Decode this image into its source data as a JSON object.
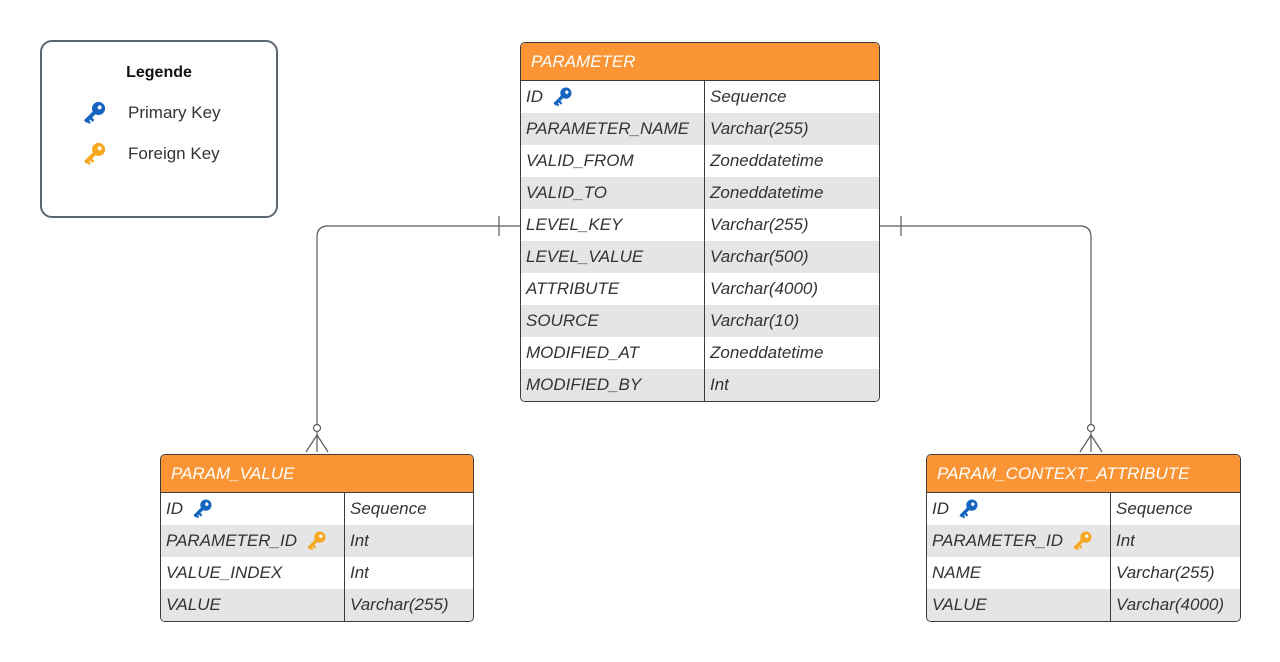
{
  "legend": {
    "title": "Legende",
    "items": [
      {
        "label": "Primary Key",
        "icon": "primary-key-icon",
        "color": "#1565c0"
      },
      {
        "label": "Foreign Key",
        "icon": "foreign-key-icon",
        "color": "#f7a823"
      }
    ]
  },
  "colors": {
    "header": "#fb9434",
    "primary_key": "#1565c0",
    "foreign_key": "#f7a823",
    "alt_row": "#e5e5e5"
  },
  "entities": {
    "parameter": {
      "title": "PARAMETER",
      "columns": [
        {
          "name": "ID",
          "type": "Sequence",
          "key": "primary"
        },
        {
          "name": "PARAMETER_NAME",
          "type": "Varchar(255)"
        },
        {
          "name": "VALID_FROM",
          "type": "Zoneddatetime"
        },
        {
          "name": "VALID_TO",
          "type": "Zoneddatetime"
        },
        {
          "name": "LEVEL_KEY",
          "type": "Varchar(255)"
        },
        {
          "name": "LEVEL_VALUE",
          "type": "Varchar(500)"
        },
        {
          "name": "ATTRIBUTE",
          "type": "Varchar(4000)"
        },
        {
          "name": "SOURCE",
          "type": "Varchar(10)"
        },
        {
          "name": "MODIFIED_AT",
          "type": "Zoneddatetime"
        },
        {
          "name": "MODIFIED_BY",
          "type": "Int"
        }
      ]
    },
    "param_value": {
      "title": "PARAM_VALUE",
      "columns": [
        {
          "name": "ID",
          "type": "Sequence",
          "key": "primary"
        },
        {
          "name": "PARAMETER_ID",
          "type": "Int",
          "key": "foreign"
        },
        {
          "name": "VALUE_INDEX",
          "type": "Int"
        },
        {
          "name": "VALUE",
          "type": "Varchar(255)"
        }
      ]
    },
    "param_context_attribute": {
      "title": "PARAM_CONTEXT_ATTRIBUTE",
      "columns": [
        {
          "name": "ID",
          "type": "Sequence",
          "key": "primary"
        },
        {
          "name": "PARAMETER_ID",
          "type": "Int",
          "key": "foreign"
        },
        {
          "name": "NAME",
          "type": "Varchar(255)"
        },
        {
          "name": "VALUE",
          "type": "Varchar(4000)"
        }
      ]
    }
  },
  "relationships": [
    {
      "from": "PARAMETER",
      "to": "PARAM_VALUE",
      "from_cardinality": "one",
      "to_cardinality": "zero-or-many"
    },
    {
      "from": "PARAMETER",
      "to": "PARAM_CONTEXT_ATTRIBUTE",
      "from_cardinality": "one",
      "to_cardinality": "zero-or-many"
    }
  ]
}
